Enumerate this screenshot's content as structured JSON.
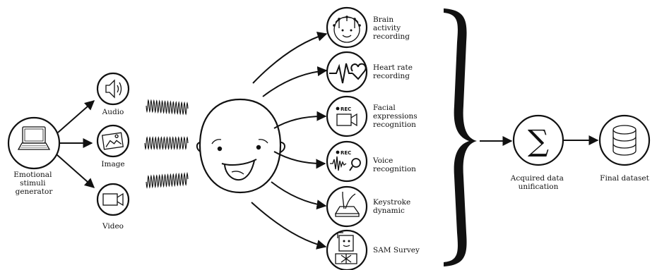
{
  "source": {
    "label_lines": [
      "Emotional",
      "stimuli",
      "generator"
    ],
    "icon": "laptop-icon"
  },
  "stimuli": [
    {
      "key": "audio",
      "label": "Audio",
      "icon": "speaker-icon"
    },
    {
      "key": "image",
      "label": "Image",
      "icon": "picture-icon"
    },
    {
      "key": "video",
      "label": "Video",
      "icon": "video-camera-icon"
    }
  ],
  "subject": {
    "icon": "smiling-head-icon"
  },
  "recordings": [
    {
      "key": "brain",
      "label_lines": [
        "Brain",
        "activity",
        "recording"
      ],
      "icon": "eeg-cap-icon"
    },
    {
      "key": "heart",
      "label_lines": [
        "Heart rate",
        "recording"
      ],
      "icon": "heartbeat-icon"
    },
    {
      "key": "facial",
      "label_lines": [
        "Facial",
        "expressions",
        "recognition"
      ],
      "icon": "rec-camera-icon",
      "badge": "REC"
    },
    {
      "key": "voice",
      "label_lines": [
        "Voice",
        "recognition"
      ],
      "icon": "rec-microphone-icon",
      "badge": "REC"
    },
    {
      "key": "keystroke",
      "label_lines": [
        "Keystroke",
        "dynamic"
      ],
      "icon": "keystroke-icon"
    },
    {
      "key": "sam",
      "label_lines": [
        "SAM Survey"
      ],
      "icon": "sam-survey-icon"
    }
  ],
  "unification": {
    "label_lines": [
      "Acquired data",
      "unification"
    ],
    "symbol": "∑",
    "icon": "sigma-icon"
  },
  "output": {
    "label_lines": [
      "Final dataset"
    ],
    "icon": "database-icon"
  }
}
